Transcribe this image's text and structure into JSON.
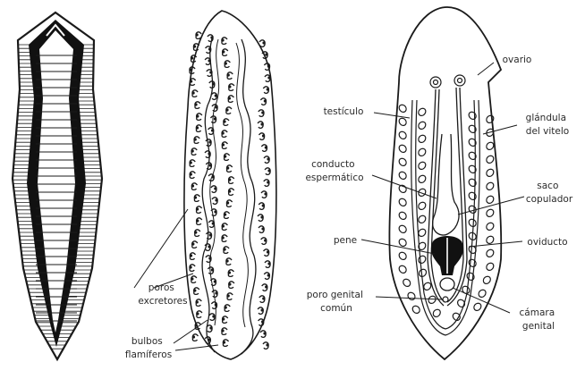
{
  "labels": {
    "poros_excretores": [
      "poros",
      "excretores"
    ],
    "bulbos_flamiferos": [
      "bulbos",
      "flamíferos"
    ],
    "ovario": [
      "ovario"
    ],
    "testiculo": [
      "testículo"
    ],
    "glandula_del_vitelo": [
      "glándula",
      "del vitelo"
    ],
    "conducto_espermatico": [
      "conducto",
      "espermático"
    ],
    "saco_copulador": [
      "saco",
      "copulador"
    ],
    "pene": [
      "pene"
    ],
    "oviducto": [
      "oviducto"
    ],
    "poro_genital_comun": [
      "poro genital",
      "común"
    ],
    "camara_genital": [
      "cámara",
      "genital"
    ]
  },
  "colors": {
    "ink": "#1a1a1a",
    "paper": "#ffffff"
  }
}
